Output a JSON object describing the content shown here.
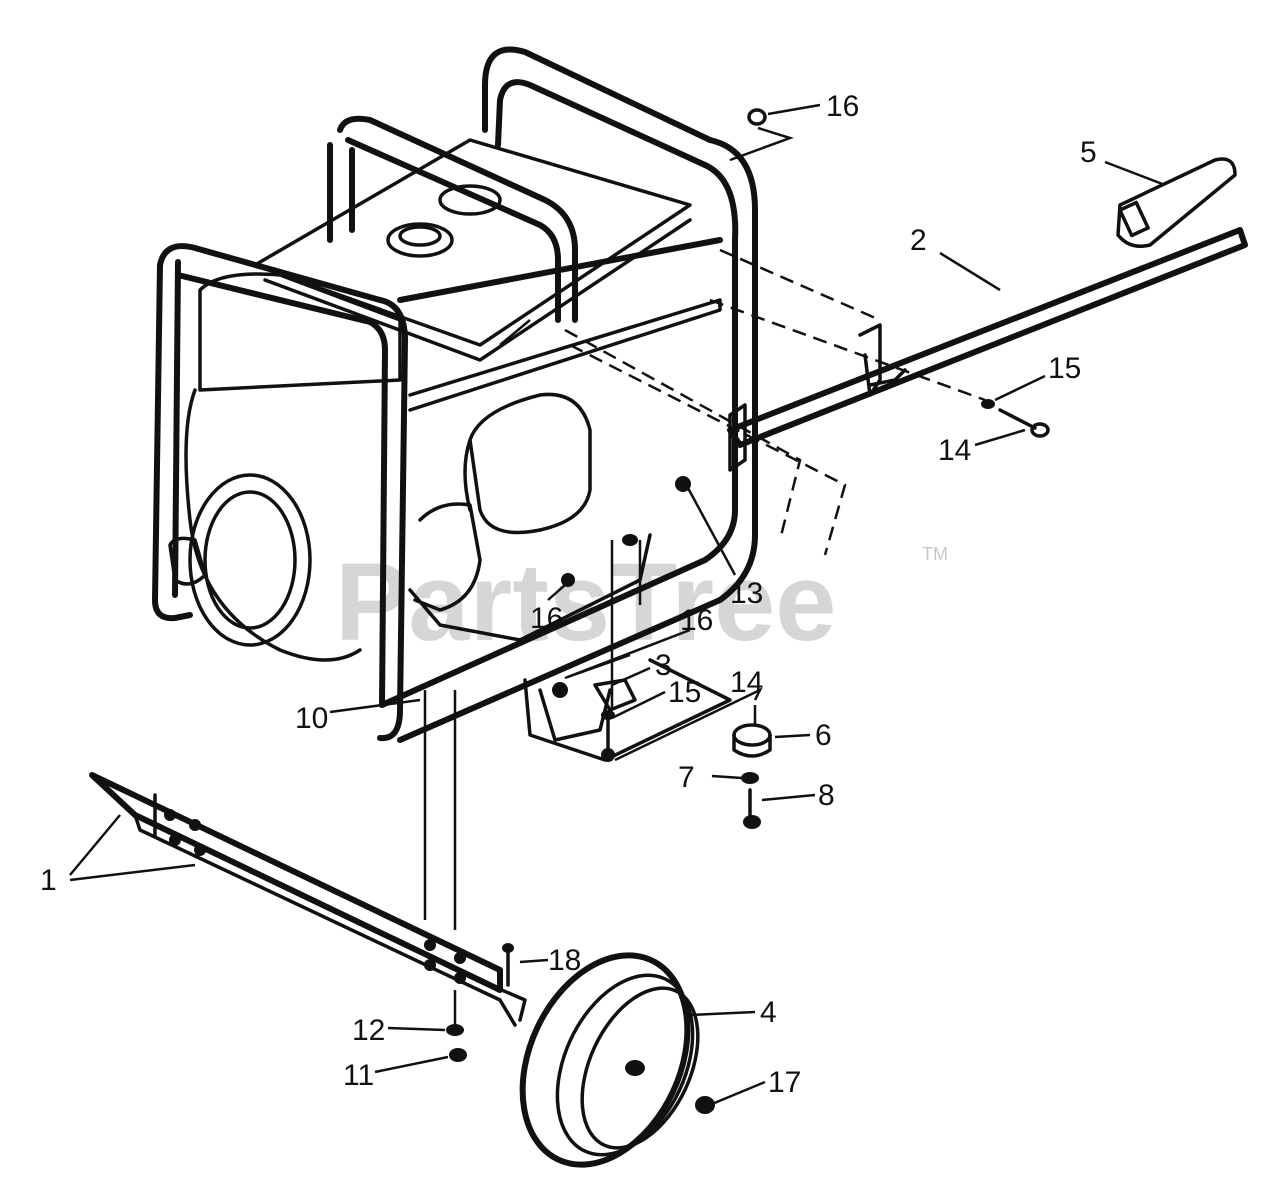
{
  "watermark": {
    "text": "PartsTree",
    "tm": "TM"
  },
  "callouts": [
    {
      "label": "16"
    },
    {
      "label": "5"
    },
    {
      "label": "2"
    },
    {
      "label": "15"
    },
    {
      "label": "14"
    },
    {
      "label": "13"
    },
    {
      "label": "16"
    },
    {
      "label": "16"
    },
    {
      "label": "3"
    },
    {
      "label": "15"
    },
    {
      "label": "14"
    },
    {
      "label": "10"
    },
    {
      "label": "6"
    },
    {
      "label": "7"
    },
    {
      "label": "8"
    },
    {
      "label": "1"
    },
    {
      "label": "18"
    },
    {
      "label": "4"
    },
    {
      "label": "12"
    },
    {
      "label": "11"
    },
    {
      "label": "17"
    }
  ]
}
